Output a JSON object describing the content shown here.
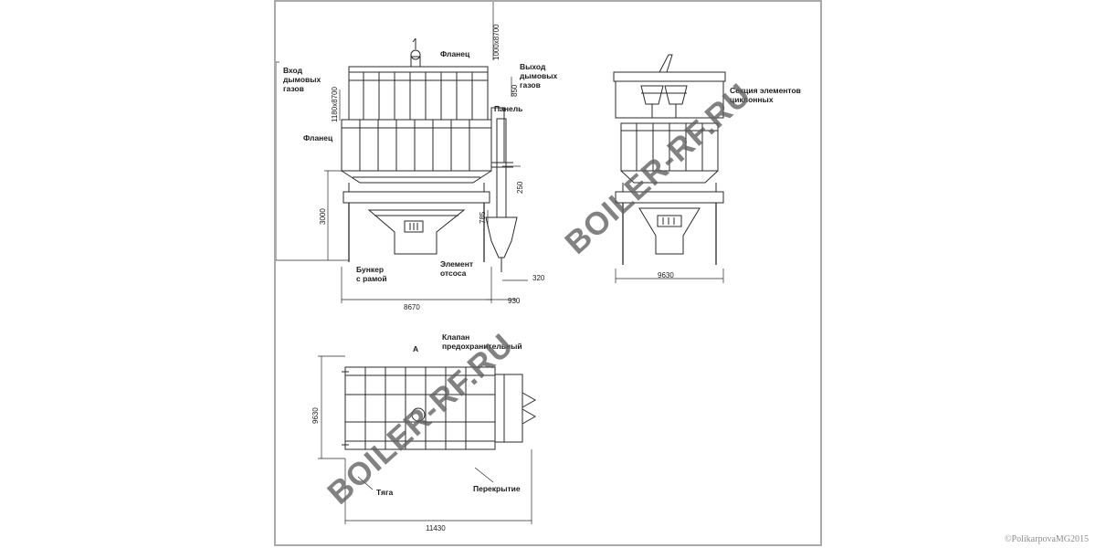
{
  "labels": {
    "flange_top": "Фланец",
    "gas_inlet": "Вход\nдымовых\nгазов",
    "gas_outlet": "Выход\nдымовых\nгазов",
    "panel": "Панель",
    "flange_left": "Фланец",
    "hopper": "Бункер\nс рамой",
    "suction_element": "Элемент\nотсоса",
    "cyclone_section": "Секция элементов\nциклонных",
    "view_a": "А",
    "safety_valve": "Клапан\nпредохранительный",
    "tie_rod": "Тяга",
    "roof": "Перекрытие"
  },
  "dimensions": {
    "flange_top_size": "1000x8700",
    "inlet_flange_size": "1180x8700",
    "outlet_offset": "850",
    "total_height": "8670",
    "support_height": "3000",
    "hopper_offset": "785",
    "pipe_height": "250",
    "front_width": "8670",
    "pipe_gap": "930",
    "pipe_width": "320",
    "side_width": "9630",
    "plan_depth": "9630",
    "plan_length": "11430"
  },
  "watermark": "BOILER-RF.RU",
  "copyright": "©PolikarpovaMG2015"
}
